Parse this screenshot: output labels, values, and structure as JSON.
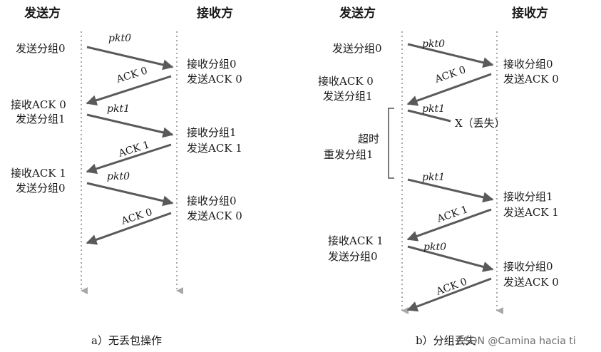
{
  "colors": {
    "arrow": "#5a5a5a",
    "timeline": "#a8a8a8",
    "text": "#1a1a1a"
  },
  "panel_a": {
    "sender_header": "发送方",
    "receiver_header": "接收方",
    "sender_events": [
      "发送分组0",
      "接收ACK 0",
      "发送分组1",
      "接收ACK 1",
      "发送分组0"
    ],
    "receiver_events": [
      "接收分组0",
      "发送ACK 0",
      "接收分组1",
      "发送ACK 1",
      "接收分组0",
      "发送ACK 0"
    ],
    "messages": [
      "pkt0",
      "ACK 0",
      "pkt1",
      "ACK 1",
      "pkt0",
      "ACK 0"
    ],
    "caption": "a）无丢包操作"
  },
  "panel_b": {
    "sender_header": "发送方",
    "receiver_header": "接收方",
    "sender_events": [
      "发送分组0",
      "接收ACK 0",
      "发送分组1",
      "超时",
      "重发分组1",
      "接收ACK 1",
      "发送分组0"
    ],
    "receiver_events": [
      "接收分组0",
      "发送ACK 0",
      "接收分组1",
      "发送ACK 1",
      "接收分组0",
      "发送ACK 0"
    ],
    "messages": [
      "pkt0",
      "ACK 0",
      "pkt1",
      "pkt1",
      "ACK 1",
      "pkt0",
      "ACK 0"
    ],
    "loss_label": "X（丢失）",
    "caption": "b）分组丢失"
  },
  "watermark": "CSDN @Camina hacia ti"
}
